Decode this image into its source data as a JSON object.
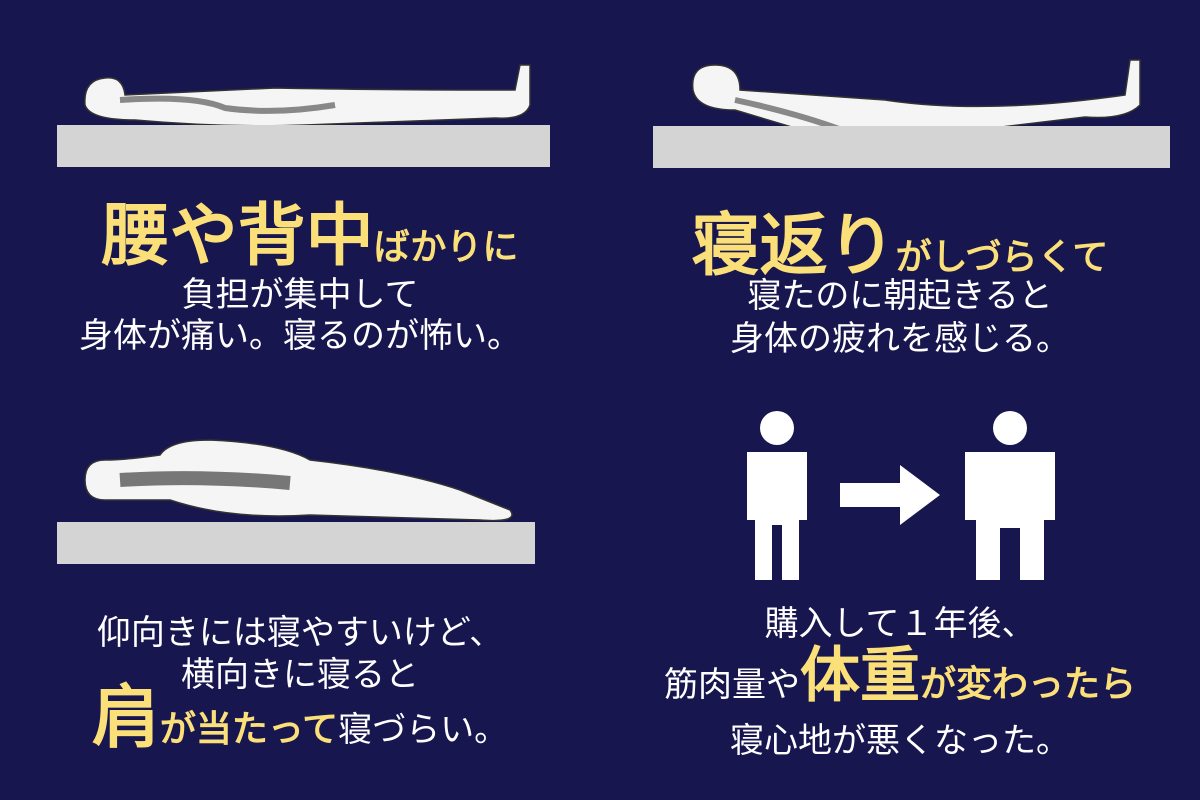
{
  "panel1": {
    "highlight": "腰や背中",
    "highlight_suffix": "ばかりに",
    "line1": "負担が集中して",
    "line2": "身体が痛い。寝るのが怖い。"
  },
  "panel2": {
    "highlight": "寝返り",
    "highlight_suffix": "がしづらくて",
    "line1": "寝たのに朝起きると",
    "line2": "身体の疲れを感じる。"
  },
  "panel3": {
    "line1": "仰向きには寝やすいけど、",
    "line2": "横向きに寝ると",
    "highlight": "肩",
    "highlight_suffix": "が当たって",
    "tail": "寝づらい。"
  },
  "panel4": {
    "line1": "購入して１年後、",
    "prefix": "筋肉量や",
    "highlight": "体重",
    "highlight_suffix": "が変わったら",
    "line3": "寝心地が悪くなった。"
  },
  "colors": {
    "background": "#18164f",
    "highlight": "#fbe07a",
    "mattress": "#d4d4d4"
  }
}
